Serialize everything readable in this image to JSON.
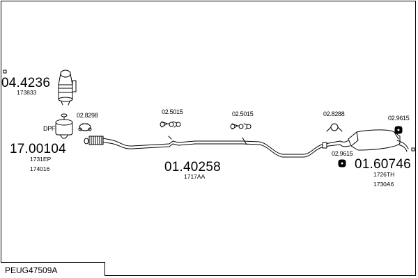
{
  "diagram": {
    "reference": "PEUG47509A",
    "groups": [
      {
        "id": "cat",
        "code": "04.4236",
        "refs": [
          "173833"
        ]
      },
      {
        "id": "dpf",
        "code": "17.00104",
        "refs": [
          "1731EP",
          "174016"
        ],
        "label": "DPF"
      },
      {
        "id": "mid",
        "code": "01.40258",
        "refs": [
          "1717AA"
        ]
      },
      {
        "id": "rear",
        "code": "01.60746",
        "refs": [
          "1726TH",
          "1730A6"
        ]
      }
    ],
    "fittings": [
      {
        "id": "f1",
        "code": "02.8298"
      },
      {
        "id": "f2",
        "code": "02.5015"
      },
      {
        "id": "f3",
        "code": "02.5015"
      },
      {
        "id": "f4",
        "code": "02.8288"
      },
      {
        "id": "f5",
        "code": "02.9615"
      },
      {
        "id": "f6",
        "code": "02.9615"
      }
    ]
  }
}
